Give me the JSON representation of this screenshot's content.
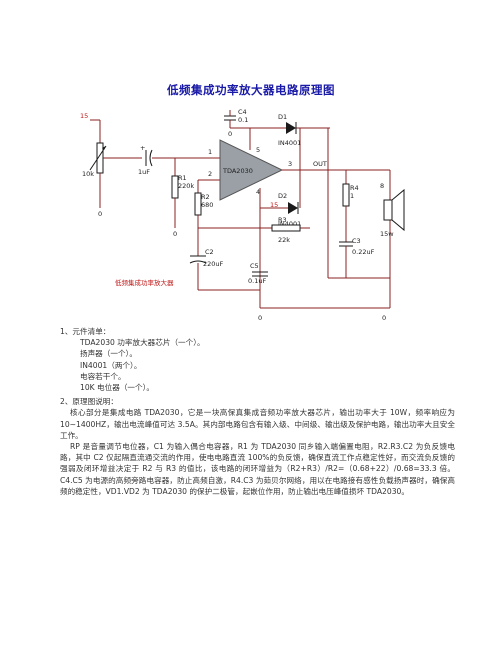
{
  "title": "低频集成功率放大器电路原理图",
  "schematic": {
    "caption": "低频集成功率放大器",
    "labels": {
      "n15": "15",
      "rp_value": "10k",
      "zero_left": "0",
      "cap_in": "1uF",
      "plus": "+",
      "pin1": "1",
      "pin2": "2",
      "pin3": "3",
      "pin4": "4",
      "pin5": "5",
      "ic": "TDA2030",
      "r1": "R1",
      "r1_val": "220k",
      "r2": "R2",
      "r2_val": "680",
      "c2": "C2",
      "c2_val": "220uF",
      "c4": "C4",
      "c4_val": "0.1",
      "zero_c4": "0",
      "d1": "D1",
      "d1_val": "IN4001",
      "d2": "D2",
      "d2_val": "IN4001",
      "n15b": "15",
      "r3": "R3",
      "r3_val": "22k",
      "out": "OUT",
      "r4": "R4",
      "r4_val": "1",
      "c3": "C3",
      "c3_val": "0.22uF",
      "c5": "C5",
      "c5_val": "0.1uF",
      "spk_num": "8",
      "spk_val": "15w",
      "zero_bottom1": "0",
      "zero_bottom2": "0",
      "zero_r1": "0"
    }
  },
  "body": {
    "section1_heading": "1、元件清单：",
    "items": [
      "TDA2030 功率放大器芯片（一个）。",
      "扬声器（一个）。",
      "IN4001（两个）。",
      "电容若干个。",
      "10K 电位器（一个）。"
    ],
    "section2_heading": "2、原理图说明：",
    "para1": "核心部分是集成电路 TDA2030，它是一块高保真集成音频功率放大器芯片，输出功率大于 10W，频率响应为 10~1400HZ，输出电流峰值可达 3.5A。其内部电路包含有输入级、中间级、输出级及保护电路，输出功率大且安全工作。",
    "para2": "RP 是音量调节电位器，C1 为输入偶合电容器，R1 为 TDA2030 同乡输入端偏置电阻，R2.R3.C2 为负反馈电路，其中 C2 仅起隔直流通交流的作用，使电电路直流 100%的负反馈，确保直流工作点稳定性好，而交流负反馈的强弱及闭环增益决定于 R2 与 R3 的值比，该电路的闭环增益为（R2+R3）/R2=（0.68+22）/0.68=33.3 倍。C4.C5 为电源的高频旁路电容器，防止高频自激，R4.C3 为茹贝尔网络，用以在电路接有感性负载扬声器时，确保高频的稳定性，VD1.VD2 为 TDA2030 的保护二极管，起嵌位作用，防止输出电压峰值损坏 TDA2030。"
  },
  "colors": {
    "title": "#1a1aa8",
    "wire": "#8a2020",
    "caption": "#c01818",
    "ic_fill": "#9aa0a6"
  }
}
